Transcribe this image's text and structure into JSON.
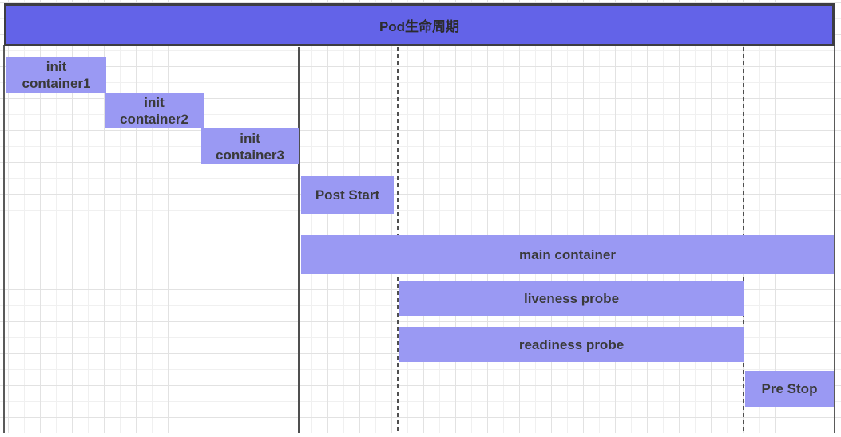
{
  "title_bar": {
    "text": "Pod生命周期"
  },
  "bars": [
    {
      "id": "init-container1",
      "label": [
        "init",
        "container1"
      ]
    },
    {
      "id": "init-container2",
      "label": [
        "init",
        "container2"
      ]
    },
    {
      "id": "init-container3",
      "label": [
        "init",
        "container3"
      ]
    },
    {
      "id": "post-start",
      "label": [
        "Post Start"
      ]
    },
    {
      "id": "main-container",
      "label": [
        "main container"
      ]
    },
    {
      "id": "liveness-probe",
      "label": [
        "liveness probe"
      ]
    },
    {
      "id": "readiness-probe",
      "label": [
        "readiness probe"
      ]
    },
    {
      "id": "pre-stop",
      "label": [
        "Pre Stop"
      ]
    }
  ],
  "colors": {
    "title_fill": "#6363e8",
    "title_border": "#3d3d42",
    "bar_fill": "#9a99f3",
    "bar_text": "#3a3a3a",
    "guide_line": "#4f4f4f",
    "grid_minor": "#f0f0f0",
    "grid_major": "#e2e2e2"
  }
}
